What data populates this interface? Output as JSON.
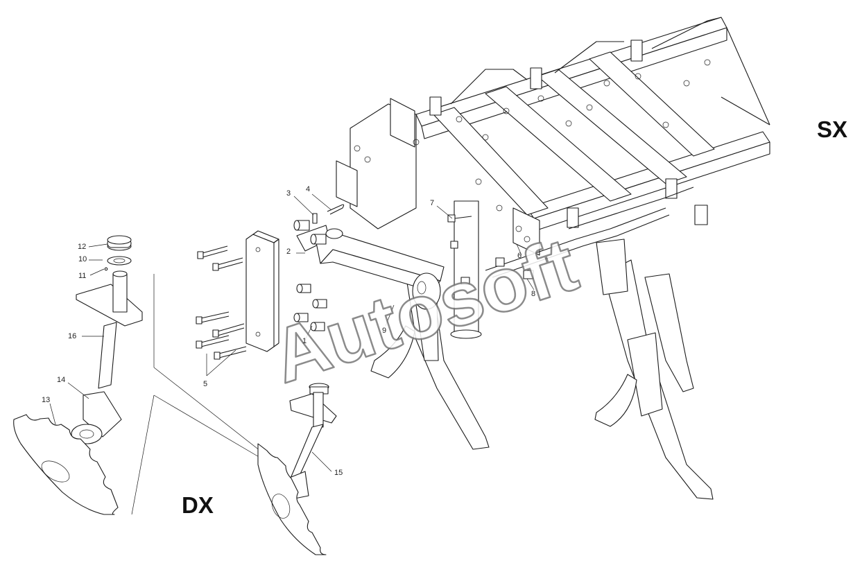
{
  "side_labels": {
    "left": "DX",
    "right": "SX"
  },
  "watermark": "Autosoft",
  "callouts": [
    "1",
    "2",
    "3",
    "4",
    "5",
    "6",
    "7",
    "8",
    "9",
    "10",
    "11",
    "12",
    "13",
    "14",
    "15",
    "16"
  ]
}
